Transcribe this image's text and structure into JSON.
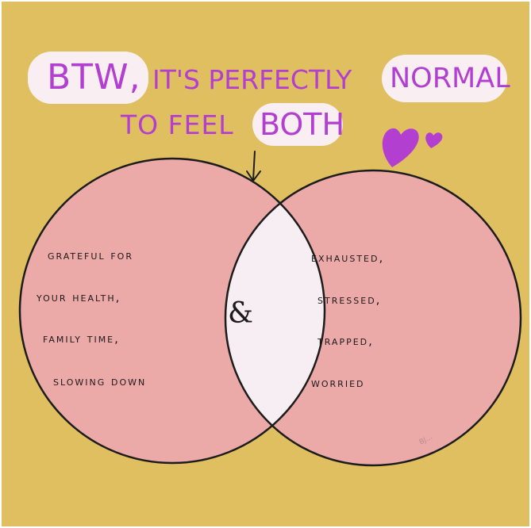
{
  "title": {
    "line1_part1": "BTW,",
    "line1_part2": "IT'S PERFECTLY",
    "line1_part3": "NORMAL",
    "line2_part1": "TO FEEL",
    "line2_part2": "BOTH"
  },
  "left_items": [
    "GRATEFUL FOR",
    "YOUR HEALTH,",
    "FAMILY TIME,",
    "SLOWING DOWN"
  ],
  "right_items": [
    "EXHAUSTED,",
    "STRESSED,",
    "TRAPPED,",
    "WORRIED"
  ],
  "center_symbol": "&",
  "signature": "BJ...",
  "colors": {
    "background": "#dfbf60",
    "circle_fill": "#eba9a8",
    "intersection_fill": "#f7eef4",
    "outline": "#1c1c1c",
    "accent_purple": "#b33fd0",
    "bubble": "#f9eff3"
  },
  "icons": [
    "down-arrow-icon",
    "heart-icon",
    "heart-small-icon"
  ]
}
